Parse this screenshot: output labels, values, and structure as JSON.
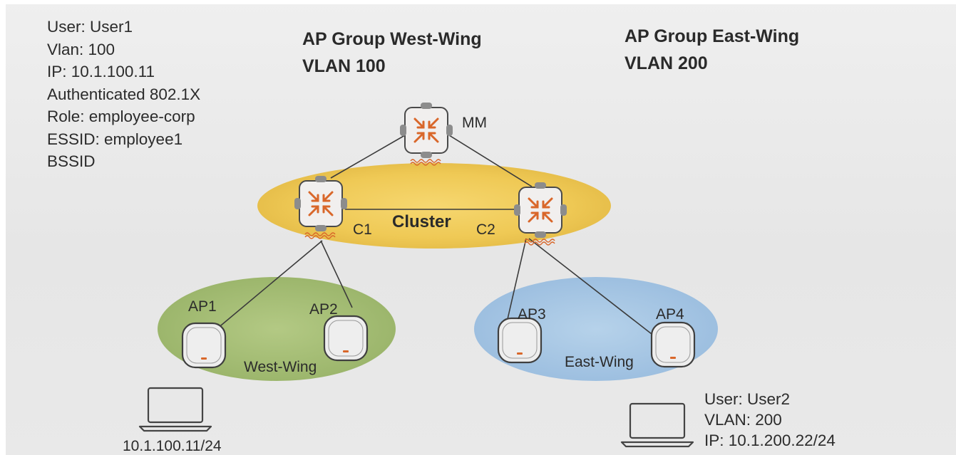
{
  "user1": {
    "user": "User: User1",
    "vlan": "Vlan: 100",
    "ip": "IP: 10.1.100.11",
    "auth": "Authenticated 802.1X",
    "role": "Role: employee-corp",
    "essid": "ESSID: employee1",
    "bssid": "BSSID"
  },
  "groups": {
    "west_title": "AP Group West-Wing",
    "west_vlan": "VLAN 100",
    "east_title": "AP Group East-Wing",
    "east_vlan": "VLAN 200"
  },
  "nodes": {
    "mm": "MM",
    "c1": "C1",
    "c2": "C2",
    "cluster": "Cluster",
    "ap1": "AP1",
    "ap2": "AP2",
    "ap3": "AP3",
    "ap4": "AP4",
    "west_wing": "West-Wing",
    "east_wing": "East-Wing"
  },
  "laptop1": {
    "ip": "10.1.100.11/24"
  },
  "user2": {
    "user": "User: User2",
    "vlan": "VLAN: 200",
    "ip": "IP: 10.1.200.22/24"
  },
  "colors": {
    "cluster_fill": "#f3cd5c",
    "west_fill": "#a7bf75",
    "east_fill": "#a9c8e4",
    "arrow_orange": "#d9672a"
  },
  "icons": [
    "controller-icon",
    "access-point-icon",
    "laptop-icon"
  ]
}
